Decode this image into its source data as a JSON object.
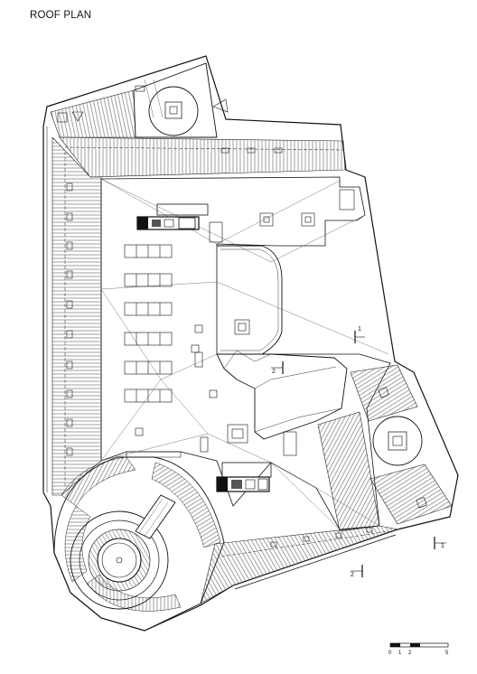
{
  "title": "ROOF PLAN",
  "section_marks": [
    {
      "id": "mark-1-right",
      "label": "1"
    },
    {
      "id": "mark-2-center",
      "label": "2"
    },
    {
      "id": "mark-1-bottom",
      "label": "1"
    },
    {
      "id": "mark-2-bottom",
      "label": "2"
    }
  ],
  "scale_bar": {
    "ticks": [
      "0",
      "1",
      "2",
      "5"
    ]
  }
}
